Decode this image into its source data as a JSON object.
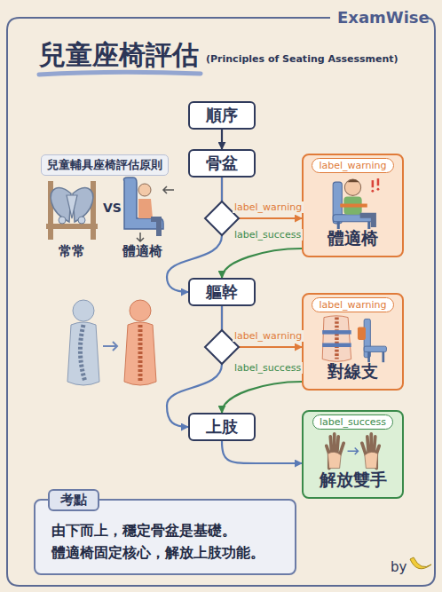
{
  "diagram": {
    "title": "兒童座椅評估",
    "nodes": [
      {
        "text": [
          "順序"
        ]
      },
      {
        "text": [
          "骨盆"
        ]
      },
      {
        "text": [
          "label_warning",
          "體適椅"
        ]
      },
      {
        "text": [
          "軀幹"
        ]
      },
      {
        "text": [
          "label_warning",
          "對線支"
        ]
      },
      {
        "text": [
          "上肢"
        ]
      },
      {
        "text": [
          "label_success",
          "解放雙手"
        ]
      },
      {
        "text": [
          "考點",
          "由下而上，穩定骨盆是基礎。 體適椅固定核心，解放上肢功能。"
        ]
      }
    ],
    "edges": [
      {
        "from": 0,
        "to": 1,
        "arrow": "to"
      },
      {
        "from": 1,
        "to": 2,
        "label": "label_warning",
        "arrow": "to"
      },
      {
        "from": 2,
        "to": 3,
        "label": "label_success",
        "arrow": "to"
      },
      {
        "from": 1,
        "to": 3,
        "arrow": "to"
      },
      {
        "from": 3,
        "to": 4,
        "label": "label_warning",
        "arrow": "to"
      },
      {
        "from": 4,
        "to": 5,
        "label": "label_success",
        "arrow": "to"
      },
      {
        "from": 3,
        "to": 5,
        "arrow": "to"
      },
      {
        "from": 5,
        "to": 6,
        "arrow": "to"
      }
    ],
    "labels": [
      "ExamWise",
      "(Principles of Seating Assessment)",
      "兒童輔具座椅評估原則",
      "常常",
      "VS",
      "體適椅",
      "by"
    ]
  }
}
